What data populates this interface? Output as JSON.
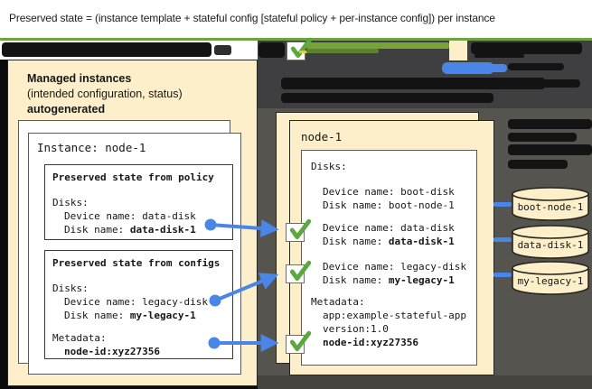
{
  "header": {
    "title": "Preserved state = (instance template + stateful config [stateful policy + per-instance config]) per instance"
  },
  "managed_panel": {
    "title": "Managed instances",
    "subtitle": "(intended configuration, status)",
    "note": "autogenerated",
    "instance_title": "Instance: node-1",
    "policy_box": {
      "title": "Preserved state from policy",
      "disks_label": "Disks:",
      "device": "Device name: data-disk",
      "disk_label": "Disk name: ",
      "disk_value": "data-disk-1"
    },
    "configs_box": {
      "title": "Preserved state from configs",
      "disks_label": "Disks:",
      "device": "Device name: legacy-disk",
      "disk_label": "Disk name: ",
      "disk_value": "my-legacy-1",
      "metadata_label": "Metadata:",
      "metadata_value": "node-id:xyz27356"
    }
  },
  "vm_panel": {
    "title": "node-1",
    "disks_label": "Disks:",
    "boot": {
      "device": "Device name: boot-disk",
      "disk": "Disk name: boot-node-1"
    },
    "data": {
      "device": "Device name: data-disk",
      "disk_label": "Disk name: ",
      "disk_value": "data-disk-1"
    },
    "legacy": {
      "device": "Device name: legacy-disk",
      "disk_label": "Disk name: ",
      "disk_value": "my-legacy-1"
    },
    "metadata": {
      "label": "Metadata:",
      "app": "app:example-stateful-app",
      "version": "version:1.0",
      "node_id": "node-id:xyz27356"
    }
  },
  "disks": [
    {
      "label": "boot-node-1"
    },
    {
      "label": "data-disk-1"
    },
    {
      "label": "my-legacy-1"
    }
  ],
  "icons": {
    "checkmark": "✓"
  },
  "colors": {
    "accent_blue": "#4A86E8",
    "check_green": "#5BA83C",
    "panel_cream": "#FCEFCA",
    "rule_green": "#6FA243",
    "bg_gray": "#56544F"
  }
}
